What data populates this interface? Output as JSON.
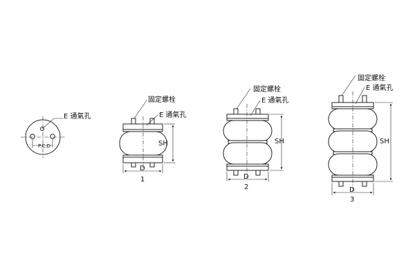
{
  "labels": {
    "fixing_bolt": "固定螺栓",
    "vent_hole": "E 通氣孔",
    "height": "SH",
    "diameter": "D",
    "pcd": "P.C.D"
  },
  "variants": [
    {
      "number": "1"
    },
    {
      "number": "2"
    },
    {
      "number": "3"
    }
  ]
}
